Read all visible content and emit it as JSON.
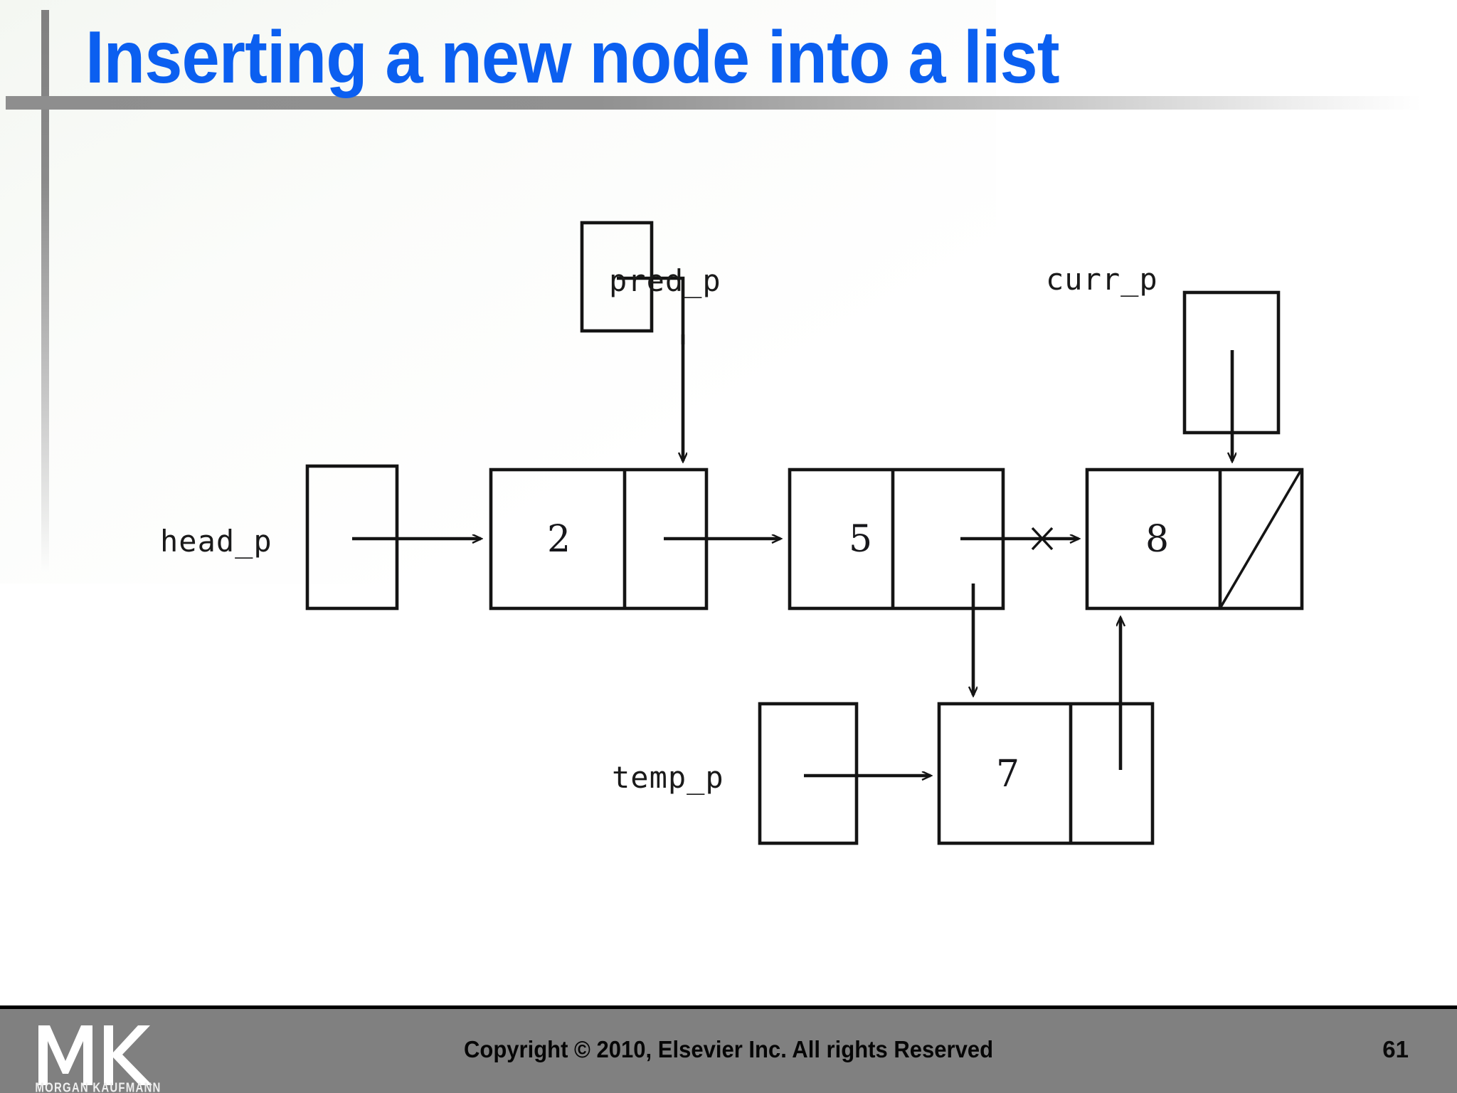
{
  "slide": {
    "title": "Inserting a new node into a list",
    "title_color": "#0b5ff0",
    "background_color": "#ffffff",
    "accent_rule_color": "#8e8e8e"
  },
  "diagram": {
    "type": "linked-list-insertion",
    "pointer_labels": {
      "head": "head_p",
      "pred": "pred_p",
      "curr": "curr_p",
      "temp": "temp_p"
    },
    "nodes": [
      {
        "value": "2",
        "has_null_slash": false
      },
      {
        "value": "5",
        "has_null_slash": false
      },
      {
        "value": "8",
        "has_null_slash": true
      },
      {
        "value": "7",
        "has_null_slash": false
      }
    ],
    "annotations": {
      "severed_link_marker": "x"
    }
  },
  "footer": {
    "copyright": "Copyright © 2010, Elsevier Inc. All rights Reserved",
    "page_number": "61",
    "logo_initials": "MK",
    "logo_wordmark": "MORGAN KAUFMANN",
    "bar_color": "#808080"
  }
}
